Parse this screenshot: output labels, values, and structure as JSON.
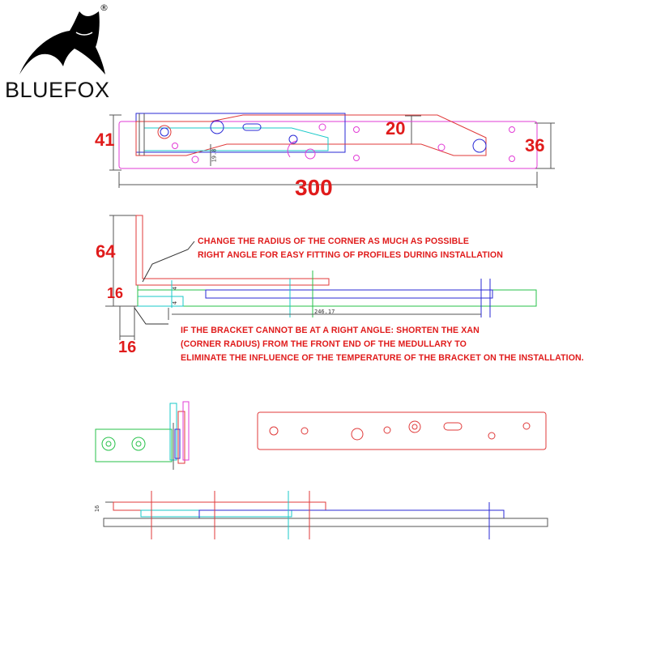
{
  "brand": {
    "name": "BLUEFOX",
    "registered": "®"
  },
  "dimensions": {
    "d41": "41",
    "d20": "20",
    "d36": "36",
    "d300": "300",
    "d64": "64",
    "d16a": "16",
    "d16b": "16"
  },
  "small_labels": {
    "top_vertical": "19.8",
    "mid_span": "246.17",
    "mid_a": "4",
    "mid_b": "4",
    "bottom_left": "16"
  },
  "notes": {
    "corner_line1": "CHANGE THE RADIUS OF THE CORNER AS MUCH AS POSSIBLE",
    "corner_line2": "RIGHT ANGLE FOR EASY FITTING OF PROFILES DURING INSTALLATION",
    "bracket_line1": "IF THE BRACKET CANNOT BE AT A RIGHT ANGLE: SHORTEN THE XAN",
    "bracket_line2": "(CORNER RADIUS) FROM THE FRONT END OF THE MEDULLARY TO",
    "bracket_line3": "ELIMINATE THE INFLUENCE OF THE TEMPERATURE OF THE BRACKET ON THE INSTALLATION."
  },
  "colors": {
    "dimension_red": "#e01b1b",
    "line_magenta": "#e23bd6",
    "line_blue": "#2a2ad6",
    "line_cyan": "#19c9c9",
    "line_green": "#27c24a",
    "line_red": "#e03a3a",
    "line_gray": "#555555"
  }
}
